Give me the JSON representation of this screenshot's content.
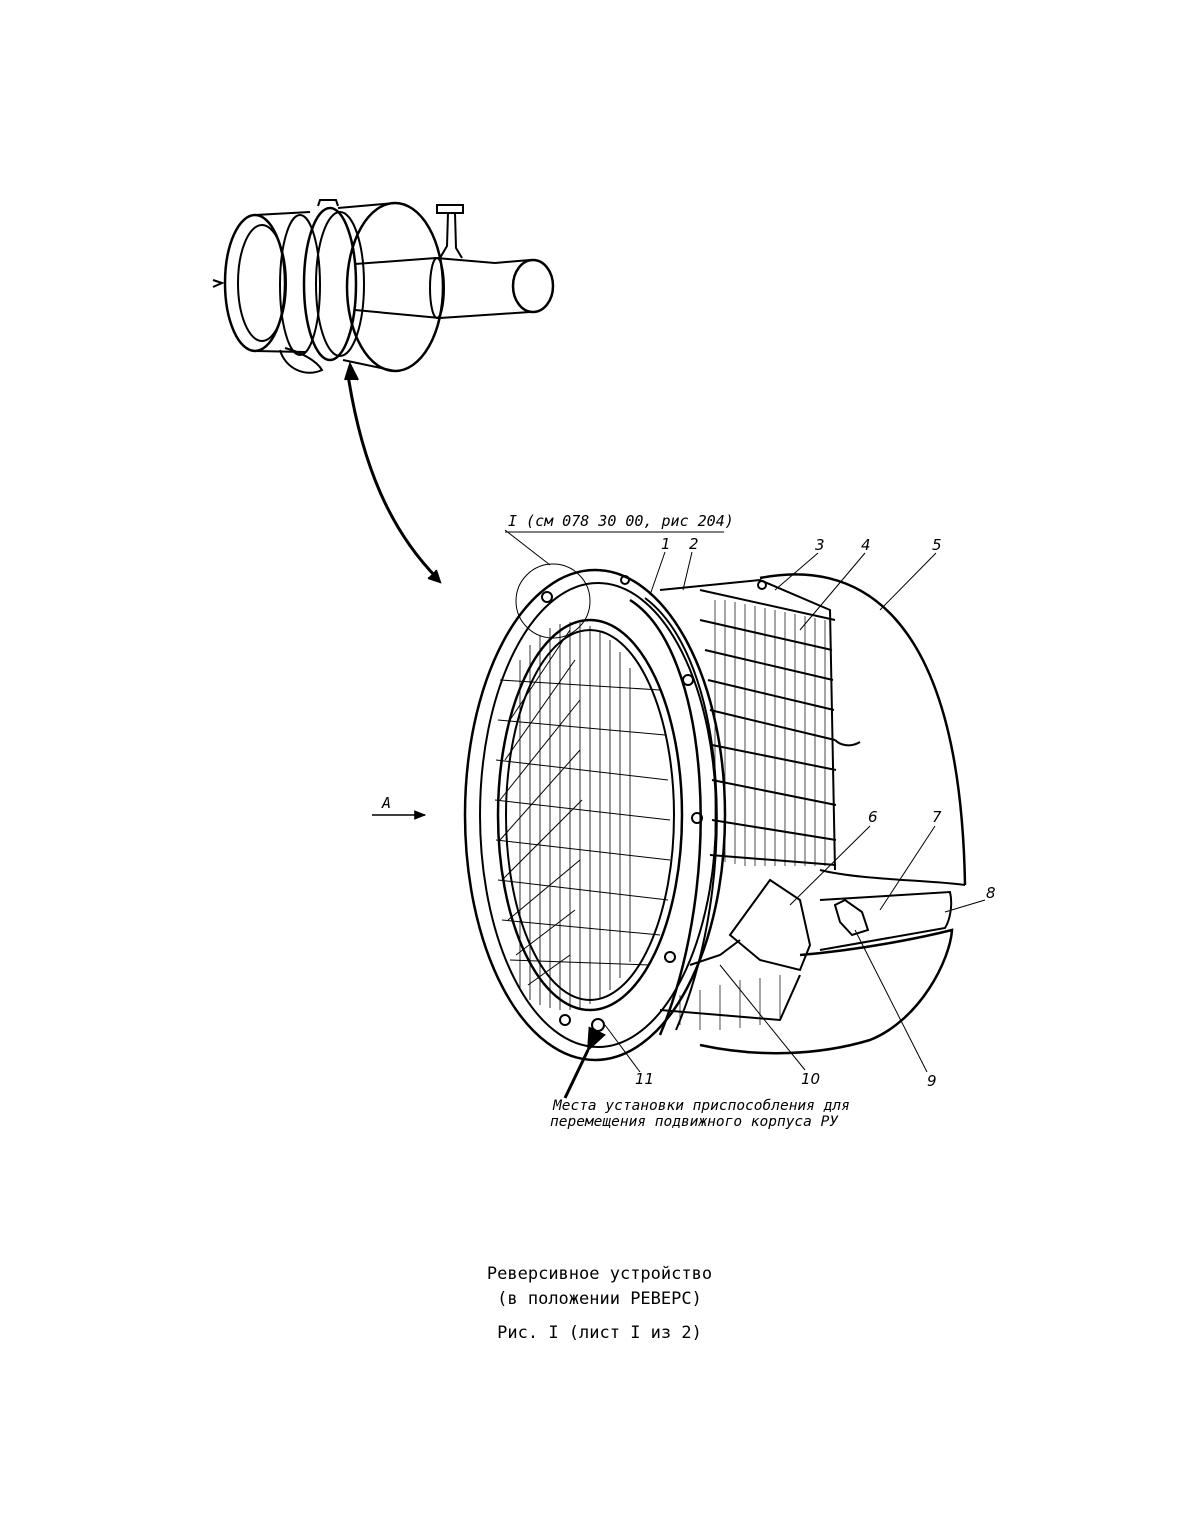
{
  "diagram": {
    "view_ref": "I (см 078 30 00, рис 204)",
    "view_arrow_label": "А",
    "callouts": [
      "1",
      "2",
      "3",
      "4",
      "5",
      "6",
      "7",
      "8",
      "9",
      "10",
      "11"
    ],
    "note_line1": "Места установки приспособления для",
    "note_line2": "перемещения подвижного корпуса РУ"
  },
  "caption": {
    "line1": "Реверсивное устройство",
    "line2": "(в положении РЕВЕРС)",
    "line3": "Рис. I (лист I из 2)"
  }
}
